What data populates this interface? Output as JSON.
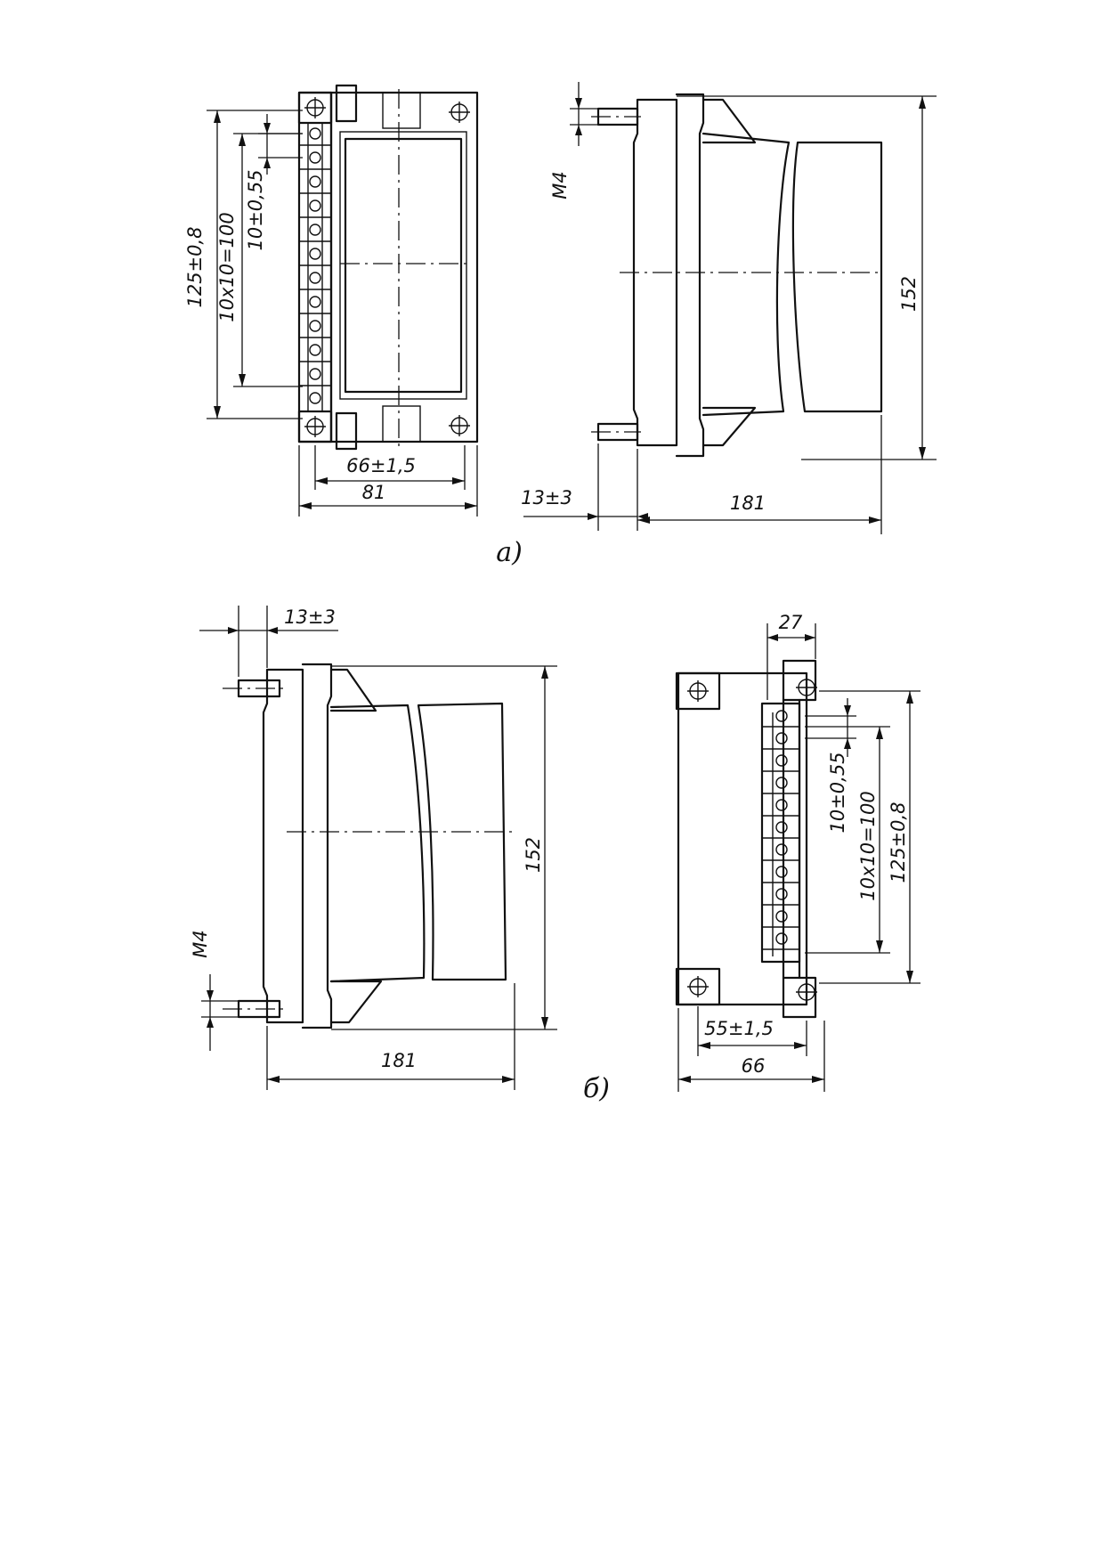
{
  "view_a": {
    "front": {
      "dim_height": "125±0,8",
      "dim_pitch_total": "10x10=100",
      "dim_pitch": "10±0,55",
      "dim_inner_width": "66±1,5",
      "dim_width": "81"
    },
    "side": {
      "dim_thread": "M4",
      "dim_height": "152",
      "dim_stud": "13±3",
      "dim_depth": "181"
    },
    "caption": "а)"
  },
  "view_b": {
    "side": {
      "dim_stud": "13±3",
      "dim_thread": "M4",
      "dim_height": "152",
      "dim_depth": "181"
    },
    "front": {
      "dim_block_width": "27",
      "dim_pitch": "10±0,55",
      "dim_pitch_total": "10x10=100",
      "dim_height": "125±0,8",
      "dim_inner_width": "55±1,5",
      "dim_width": "66"
    },
    "caption": "б)"
  }
}
